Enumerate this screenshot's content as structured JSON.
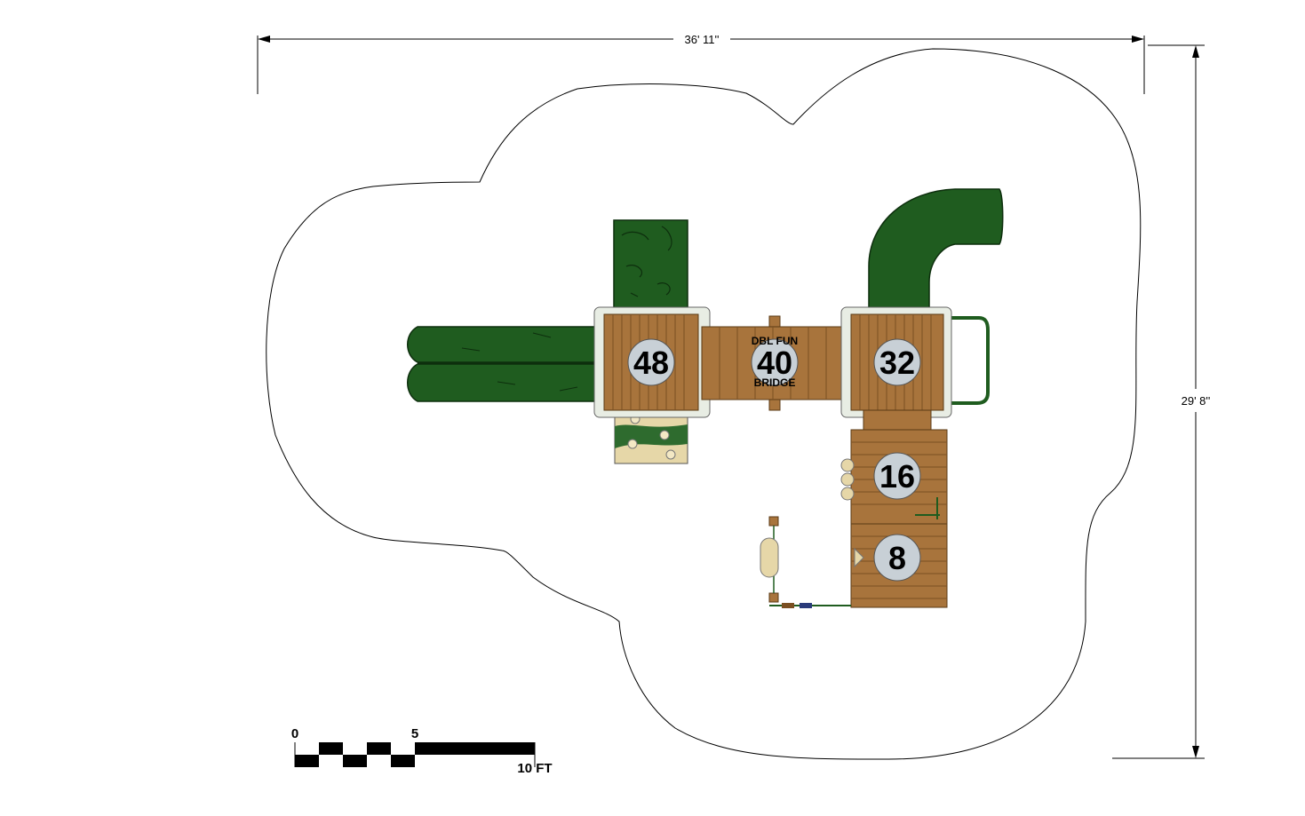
{
  "dimensions": {
    "width_label": "36' 11''",
    "depth_label": "29' 8''"
  },
  "scale_bar": {
    "label_zero": "0",
    "label_mid": "5",
    "label_end": "10 FT"
  },
  "platforms": [
    {
      "id": "deck-48",
      "label": "48"
    },
    {
      "id": "bridge-40",
      "label": "40",
      "caption_top": "DBL FUN",
      "caption_bottom": "BRIDGE"
    },
    {
      "id": "deck-32",
      "label": "32"
    },
    {
      "id": "deck-16",
      "label": "16"
    },
    {
      "id": "deck-8",
      "label": "8"
    }
  ],
  "colors": {
    "slide_green": "#1f5c1f",
    "slide_green_light": "#2e7a2e",
    "wood": "#a8743c",
    "wood_dark": "#7a4f22",
    "deck_circle": "#c8d0d6",
    "climbing_tan": "#e6d7a8"
  }
}
